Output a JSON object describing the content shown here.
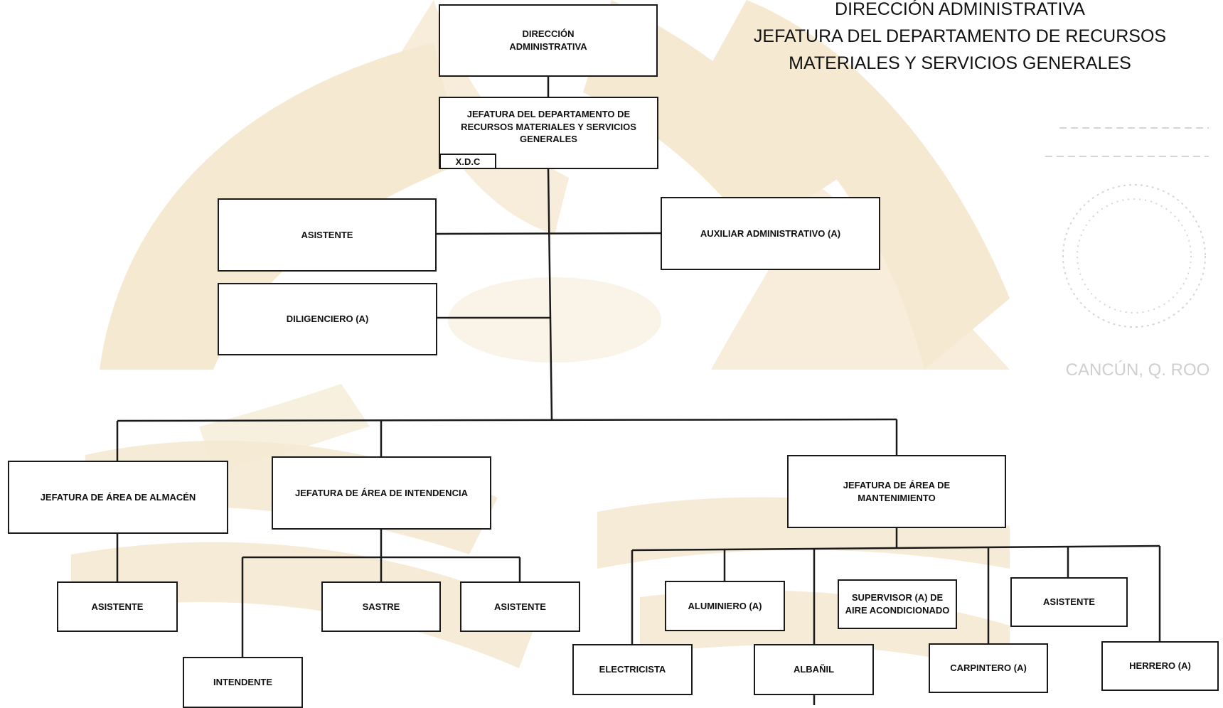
{
  "header": {
    "title_lines": [
      "DIRECCIÓN ADMINISTRATIVA",
      "JEFATURA DEL DEPARTAMENTO DE RECURSOS",
      "MATERIALES Y SERVICIOS GENERALES"
    ]
  },
  "watermark": {
    "color": "#f5e9d1"
  },
  "stamp": {
    "text": "CANCÚN, Q. ROO",
    "color": "#c9c9c9"
  },
  "colors": {
    "line": "#1a1a1a",
    "box_border": "#1a1a1a",
    "box_fill": "#ffffff"
  },
  "org": {
    "direccion": "DIRECCIÓN ADMINISTRATIVA",
    "jefatura_departamento": "JEFATURA DEL DEPARTAMENTO DE RECURSOS MATERIALES Y SERVICIOS GENERALES",
    "xdc_tag": "X.D.C",
    "asistente": "ASISTENTE",
    "auxiliar_administrativo": "AUXILIAR ADMINISTRATIVO (A)",
    "diligenciero": "DILIGENCIERO (A)",
    "almacen": {
      "head": "JEFATURA DE ÁREA DE ALMACÉN",
      "children": [
        "ASISTENTE"
      ]
    },
    "intendencia": {
      "head": "JEFATURA DE ÁREA DE INTENDENCIA",
      "children": [
        "SASTRE",
        "ASISTENTE",
        "INTENDENTE"
      ]
    },
    "mantenimiento": {
      "head": "JEFATURA DE ÁREA DE MANTENIMIENTO",
      "children": [
        "ALUMINIERO (A)",
        "SUPERVISOR (A) DE AIRE ACONDICIONADO",
        "ASISTENTE",
        "ELECTRICISTA",
        "ALBAÑIL",
        "CARPINTERO (A)",
        "HERRERO (A)"
      ]
    }
  }
}
